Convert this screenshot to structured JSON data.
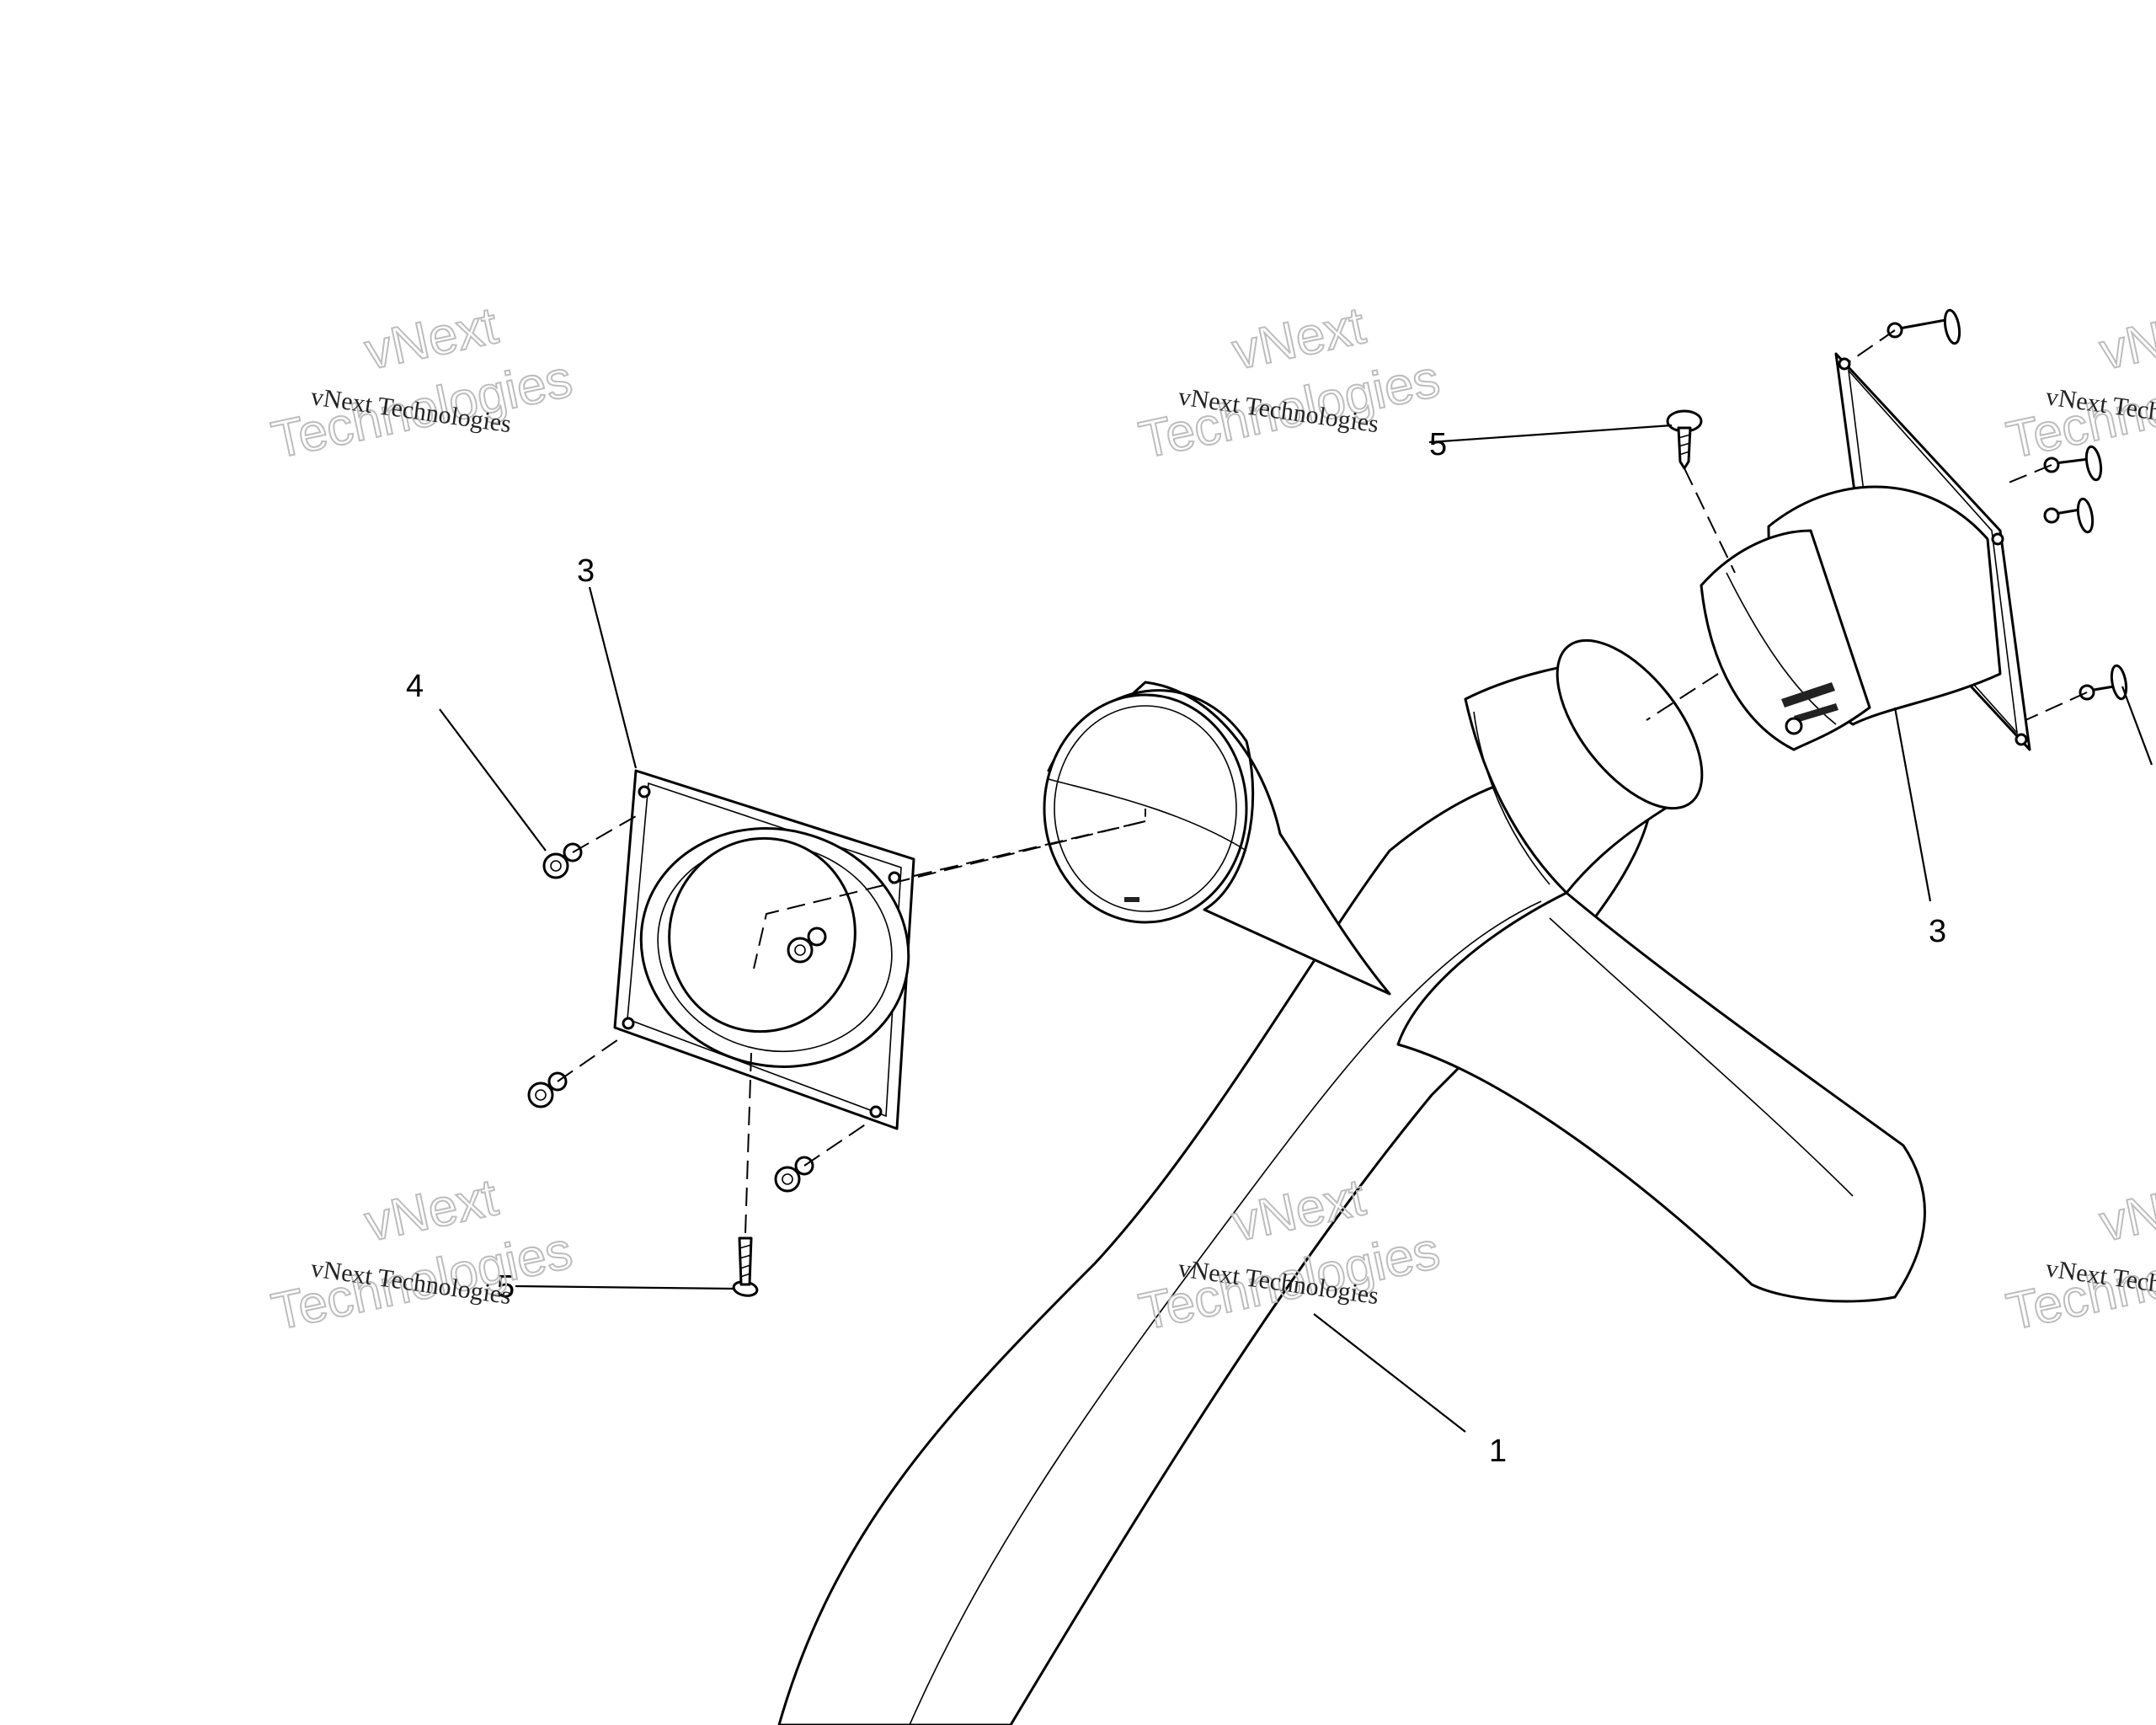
{
  "callouts": {
    "c1": "1",
    "c3_left": "3",
    "c3_right": "3",
    "c4": "4",
    "c5_top": "5",
    "c5_bottom": "5"
  },
  "watermark": {
    "line1": "vNext",
    "line2": "Technologies",
    "caption": "vNext Technologies"
  },
  "colors": {
    "line": "#000000",
    "background": "#ffffff",
    "watermark": "#bdbdbd"
  }
}
